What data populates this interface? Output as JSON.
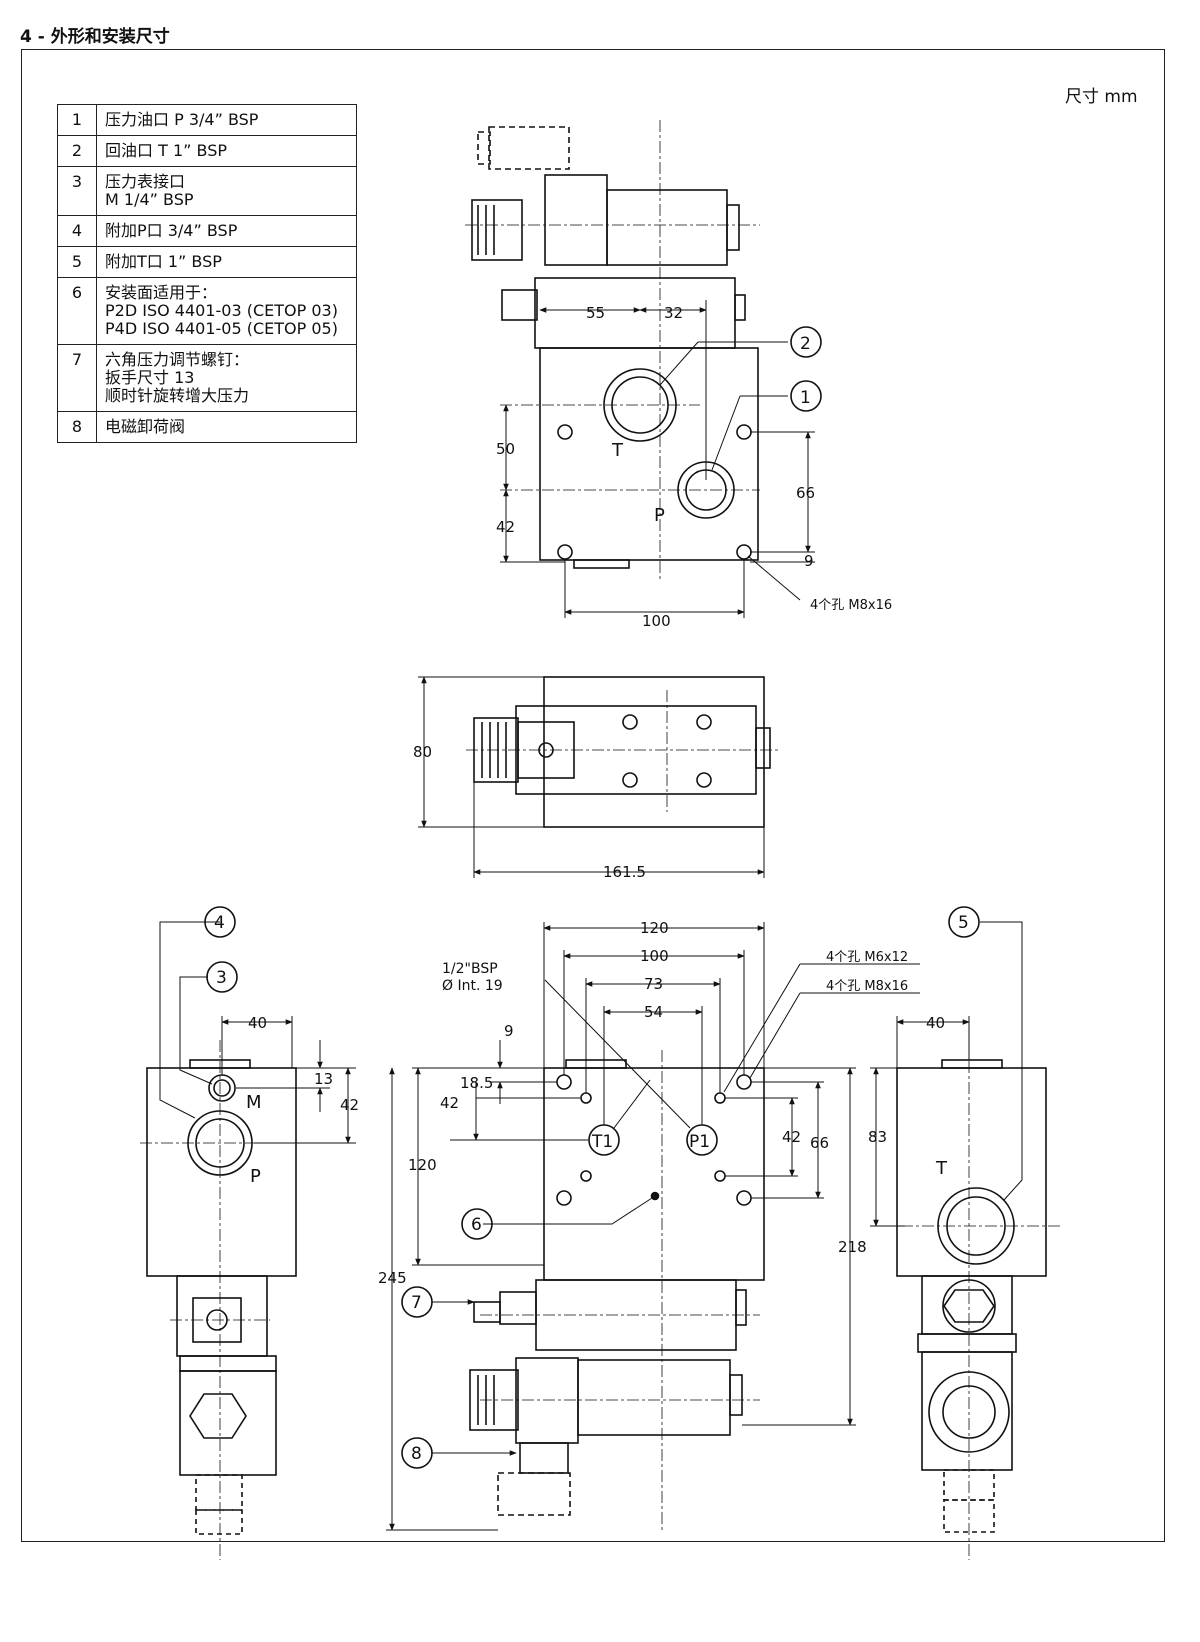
{
  "heading": "4 - 外形和安装尺寸",
  "units": "尺寸  mm",
  "legend": [
    {
      "num": "1",
      "text": "压力油口 P 3/4” BSP"
    },
    {
      "num": "2",
      "text": "回油口 T 1” BSP"
    },
    {
      "num": "3",
      "text": "压力表接口\nM 1/4” BSP"
    },
    {
      "num": "4",
      "text": "附加P口 3/4” BSP"
    },
    {
      "num": "5",
      "text": "附加T口 1” BSP"
    },
    {
      "num": "6",
      "text": "安装面适用于：\nP2D ISO 4401-03 (CETOP 03)\nP4D ISO 4401-05 (CETOP 05)"
    },
    {
      "num": "7",
      "text": "六角压力调节螺钉：\n扳手尺寸 13\n顺时针旋转增大压力"
    },
    {
      "num": "8",
      "text": "电磁卸荷阀"
    }
  ],
  "front_view": {
    "dims": {
      "d55": "55",
      "d32": "32",
      "d50": "50",
      "d42": "42",
      "d66": "66",
      "d9": "9",
      "d100": "100"
    },
    "port_t": "T",
    "port_p": "P",
    "holes_note": "4个孔 M8x16",
    "callout_2": "2",
    "callout_1": "1"
  },
  "top_view": {
    "d80": "80",
    "d161": "161.5"
  },
  "side_left": {
    "d40": "40",
    "d13": "13",
    "d42": "42",
    "port_m": "M",
    "port_p": "P",
    "callout_4": "4",
    "callout_3": "3"
  },
  "bottom_view": {
    "d120": "120",
    "d100": "100",
    "d73": "73",
    "d54": "54",
    "d9": "9",
    "d18": "18.5",
    "d42a": "42",
    "d42b": "42",
    "d66": "66",
    "d120v": "120",
    "d245": "245",
    "d218": "218",
    "thread_a": "1/2\"BSP",
    "thread_b": "Ø Int. 19",
    "note_m6": "4个孔  M6x12",
    "note_m8": "4个孔 M8x16",
    "port_t1": "T1",
    "port_p1": "P1",
    "callout_6": "6",
    "callout_7": "7",
    "callout_8": "8"
  },
  "side_right": {
    "d40": "40",
    "d83": "83",
    "port_t": "T",
    "callout_5": "5"
  }
}
